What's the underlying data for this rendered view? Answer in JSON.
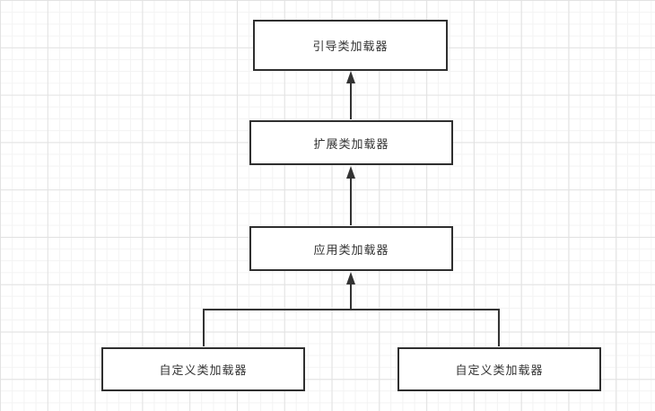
{
  "diagram": {
    "type": "flowchart",
    "nodes": [
      {
        "id": "bootstrap-classloader",
        "label": "引导类加载器"
      },
      {
        "id": "extension-classloader",
        "label": "扩展类加载器"
      },
      {
        "id": "application-classloader",
        "label": "应用类加载器"
      },
      {
        "id": "custom-classloader-left",
        "label": "自定义类加载器"
      },
      {
        "id": "custom-classloader-right",
        "label": "自定义类加载器"
      }
    ],
    "edges": [
      {
        "from": "extension-classloader",
        "to": "bootstrap-classloader",
        "style": "arrow-up"
      },
      {
        "from": "application-classloader",
        "to": "extension-classloader",
        "style": "arrow-up"
      },
      {
        "from": "custom-classloader-left",
        "to": "application-classloader",
        "style": "arrow-up-branch"
      },
      {
        "from": "custom-classloader-right",
        "to": "application-classloader",
        "style": "arrow-up-branch"
      }
    ],
    "colors": {
      "node_border": "#2f2f2f",
      "node_fill": "#ffffff",
      "text": "#333333",
      "edge": "#333333",
      "grid_minor": "#f3f3f3",
      "grid_major": "#e2e2e2",
      "canvas_bg": "#ffffff"
    }
  }
}
